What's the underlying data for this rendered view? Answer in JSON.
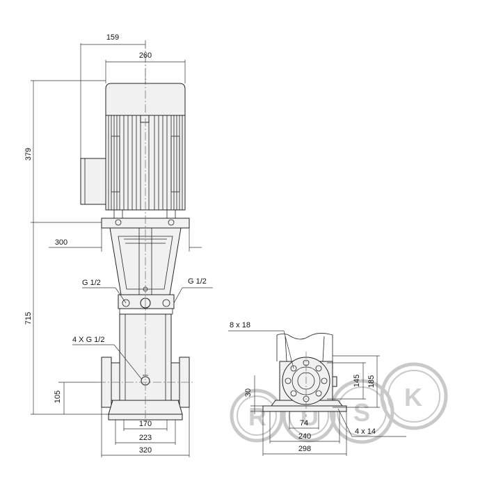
{
  "front_view": {
    "dims": {
      "d159": "159",
      "d260": "260",
      "d379": "379",
      "d300": "300",
      "d715": "715",
      "d105": "105",
      "d170": "170",
      "d223": "223",
      "d320": "320"
    },
    "callouts": {
      "left_port": "G 1/2",
      "right_port": "G 1/2",
      "drain": "4 X G 1/2"
    }
  },
  "base_view": {
    "dims": {
      "d145": "145",
      "d185": "185",
      "d30": "30",
      "d74": "74",
      "d240": "240",
      "d298": "298"
    },
    "callouts": {
      "bolt_holes": "8 x 18",
      "foot_holes": "4 x 14"
    }
  },
  "watermark": {
    "letters": [
      "R",
      "U",
      "S",
      "K"
    ],
    "color": "#cccccc"
  }
}
